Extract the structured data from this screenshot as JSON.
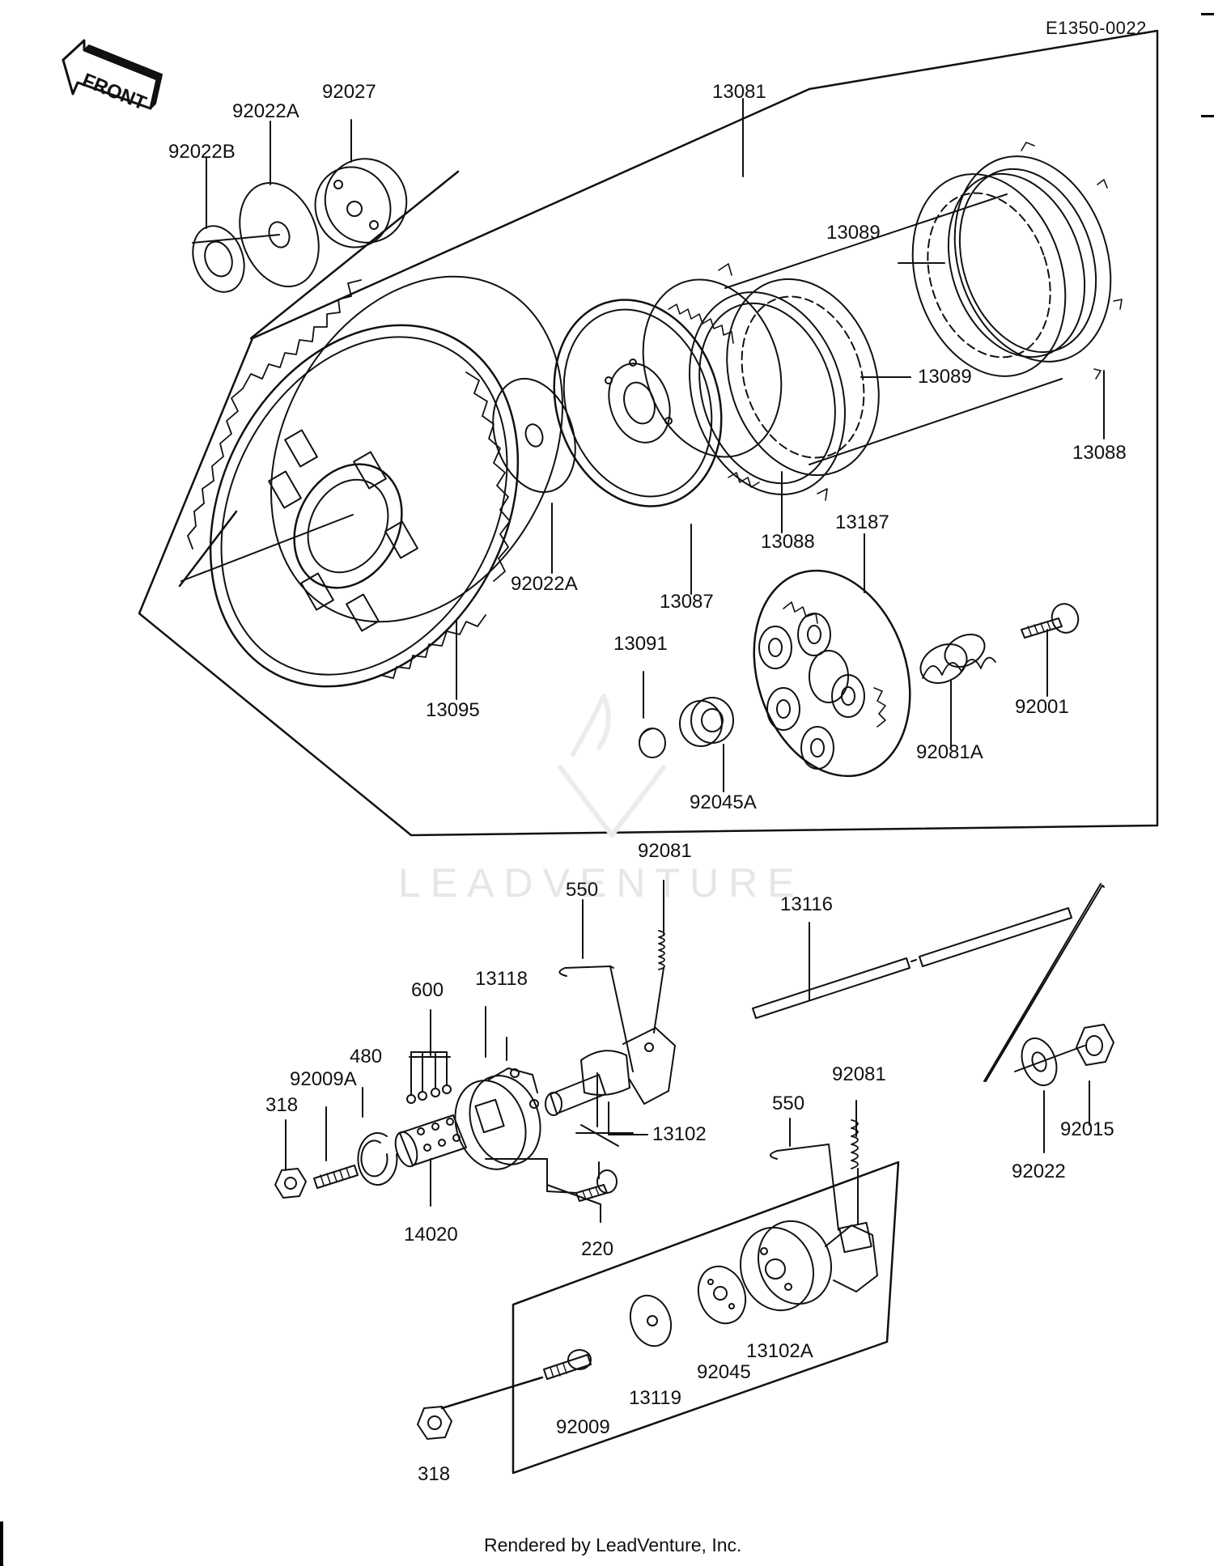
{
  "diagram_id": "E1350-0022",
  "front_label": "FRONT",
  "watermark": "LEADVENTURE",
  "footer": "Rendered by LeadVenture, Inc.",
  "part_labels": [
    {
      "id": "p-92022b",
      "text": "92022B"
    },
    {
      "id": "p-92022a-top",
      "text": "92022A"
    },
    {
      "id": "p-92027",
      "text": "92027"
    },
    {
      "id": "p-13081",
      "text": "13081"
    },
    {
      "id": "p-13089-upper",
      "text": "13089"
    },
    {
      "id": "p-13089-lower",
      "text": "13089"
    },
    {
      "id": "p-13088-right",
      "text": "13088"
    },
    {
      "id": "p-13088-mid",
      "text": "13088"
    },
    {
      "id": "p-13187",
      "text": "13187"
    },
    {
      "id": "p-92022a-mid",
      "text": "92022A"
    },
    {
      "id": "p-13087",
      "text": "13087"
    },
    {
      "id": "p-13095",
      "text": "13095"
    },
    {
      "id": "p-13091",
      "text": "13091"
    },
    {
      "id": "p-92045a",
      "text": "92045A"
    },
    {
      "id": "p-92081a",
      "text": "92081A"
    },
    {
      "id": "p-92001",
      "text": "92001"
    },
    {
      "id": "p-92081-top",
      "text": "92081"
    },
    {
      "id": "p-550-top",
      "text": "550"
    },
    {
      "id": "p-13116",
      "text": "13116"
    },
    {
      "id": "p-13118",
      "text": "13118"
    },
    {
      "id": "p-600",
      "text": "600"
    },
    {
      "id": "p-480",
      "text": "480"
    },
    {
      "id": "p-92009a",
      "text": "92009A"
    },
    {
      "id": "p-318-left",
      "text": "318"
    },
    {
      "id": "p-13102",
      "text": "13102"
    },
    {
      "id": "p-14020",
      "text": "14020"
    },
    {
      "id": "p-220",
      "text": "220"
    },
    {
      "id": "p-92081-low",
      "text": "92081"
    },
    {
      "id": "p-550-low",
      "text": "550"
    },
    {
      "id": "p-92015",
      "text": "92015"
    },
    {
      "id": "p-92022",
      "text": "92022"
    },
    {
      "id": "p-13102a",
      "text": "13102A"
    },
    {
      "id": "p-92045",
      "text": "92045"
    },
    {
      "id": "p-13119",
      "text": "13119"
    },
    {
      "id": "p-92009",
      "text": "92009"
    },
    {
      "id": "p-318-bottom",
      "text": "318"
    }
  ]
}
